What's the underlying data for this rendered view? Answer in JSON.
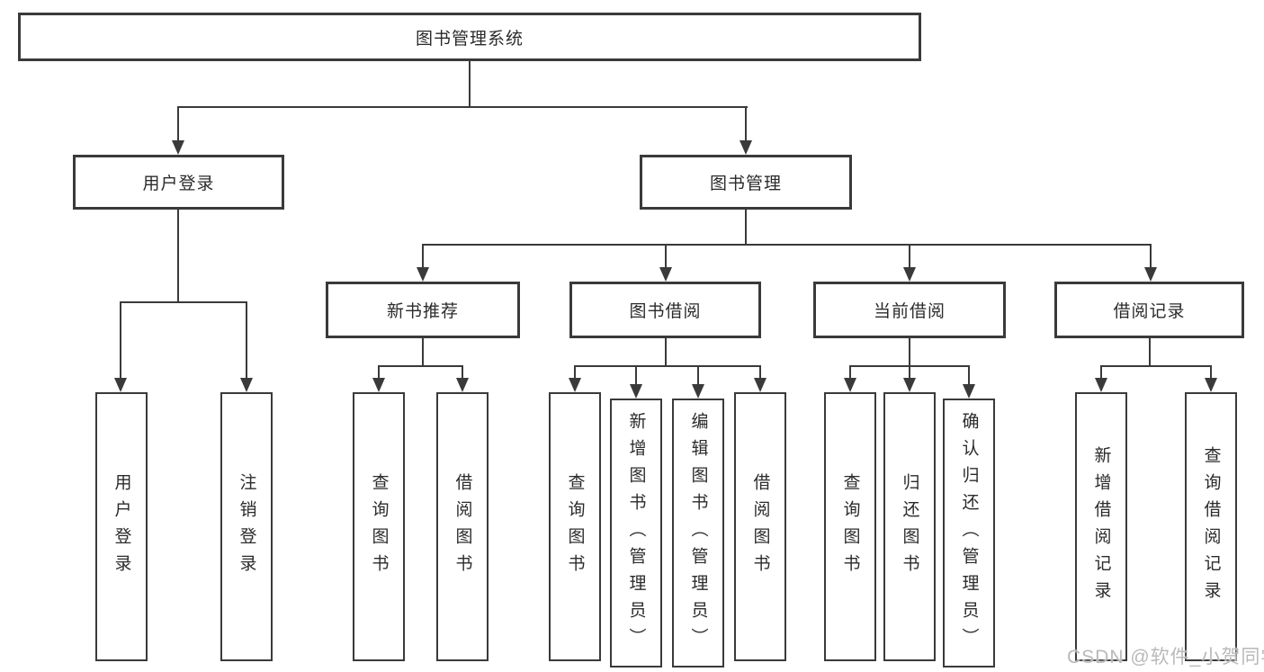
{
  "diagram_title": "图书管理系统",
  "colors": {
    "line": "#3a3a3a",
    "box_border": "#3a3a3a",
    "text": "#2b2b2b",
    "background": "#ffffff",
    "watermark": "#b9b9b9"
  },
  "tree": {
    "label": "图书管理系统",
    "children": [
      {
        "label": "用户登录",
        "children": [
          {
            "label": "用户登录"
          },
          {
            "label": "注销登录"
          }
        ]
      },
      {
        "label": "图书管理",
        "children": [
          {
            "label": "新书推荐",
            "children": [
              {
                "label": "查询图书"
              },
              {
                "label": "借阅图书"
              }
            ]
          },
          {
            "label": "图书借阅",
            "children": [
              {
                "label": "查询图书"
              },
              {
                "label": "新增图书（管理员）"
              },
              {
                "label": "编辑图书（管理员）"
              },
              {
                "label": "借阅图书"
              }
            ]
          },
          {
            "label": "当前借阅",
            "children": [
              {
                "label": "查询图书"
              },
              {
                "label": "归还图书"
              },
              {
                "label": "确认归还（管理员）"
              }
            ]
          },
          {
            "label": "借阅记录",
            "children": [
              {
                "label": "新增借阅记录"
              },
              {
                "label": "查询借阅记录"
              }
            ]
          }
        ]
      }
    ]
  },
  "watermark": {
    "text": "CSDN @软件_小贺同学"
  }
}
